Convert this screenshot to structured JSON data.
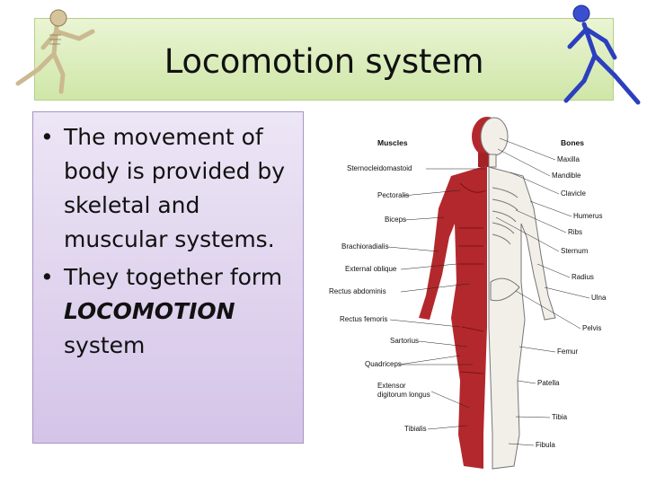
{
  "slide": {
    "title": "Locomotion system",
    "bullets": [
      {
        "before": "The movement of body is provided by skeletal and muscular systems.",
        "emphasis": "",
        "after": ""
      },
      {
        "before": "They together form ",
        "emphasis": "LOCOMOTION",
        "after": " system"
      }
    ]
  },
  "diagram": {
    "muscles_header": "Muscles",
    "bones_header": "Bones",
    "muscle_labels": [
      "Sternocleidomastoid",
      "Pectoralis",
      "Biceps",
      "Brachioradialis",
      "External oblique",
      "Rectus abdominis",
      "Rectus femoris",
      "Sartorius",
      "Quadriceps",
      "Extensor",
      "digitorum longus",
      "Tibialis"
    ],
    "bone_labels": [
      "Maxilla",
      "Mandible",
      "Clavicle",
      "Humerus",
      "Ribs",
      "Sternum",
      "Radius",
      "Ulna",
      "Pelvis",
      "Femur",
      "Patella",
      "Tibia",
      "Fibula"
    ]
  },
  "colors": {
    "title_banner": "#cfe6a8",
    "text_panel": "#d4c4e8",
    "muscle": "#b3282c",
    "skeleton_blue": "#2b3fbf"
  },
  "icons": [
    "walking-skeleton-icon",
    "blue-walking-skeleton-icon"
  ]
}
